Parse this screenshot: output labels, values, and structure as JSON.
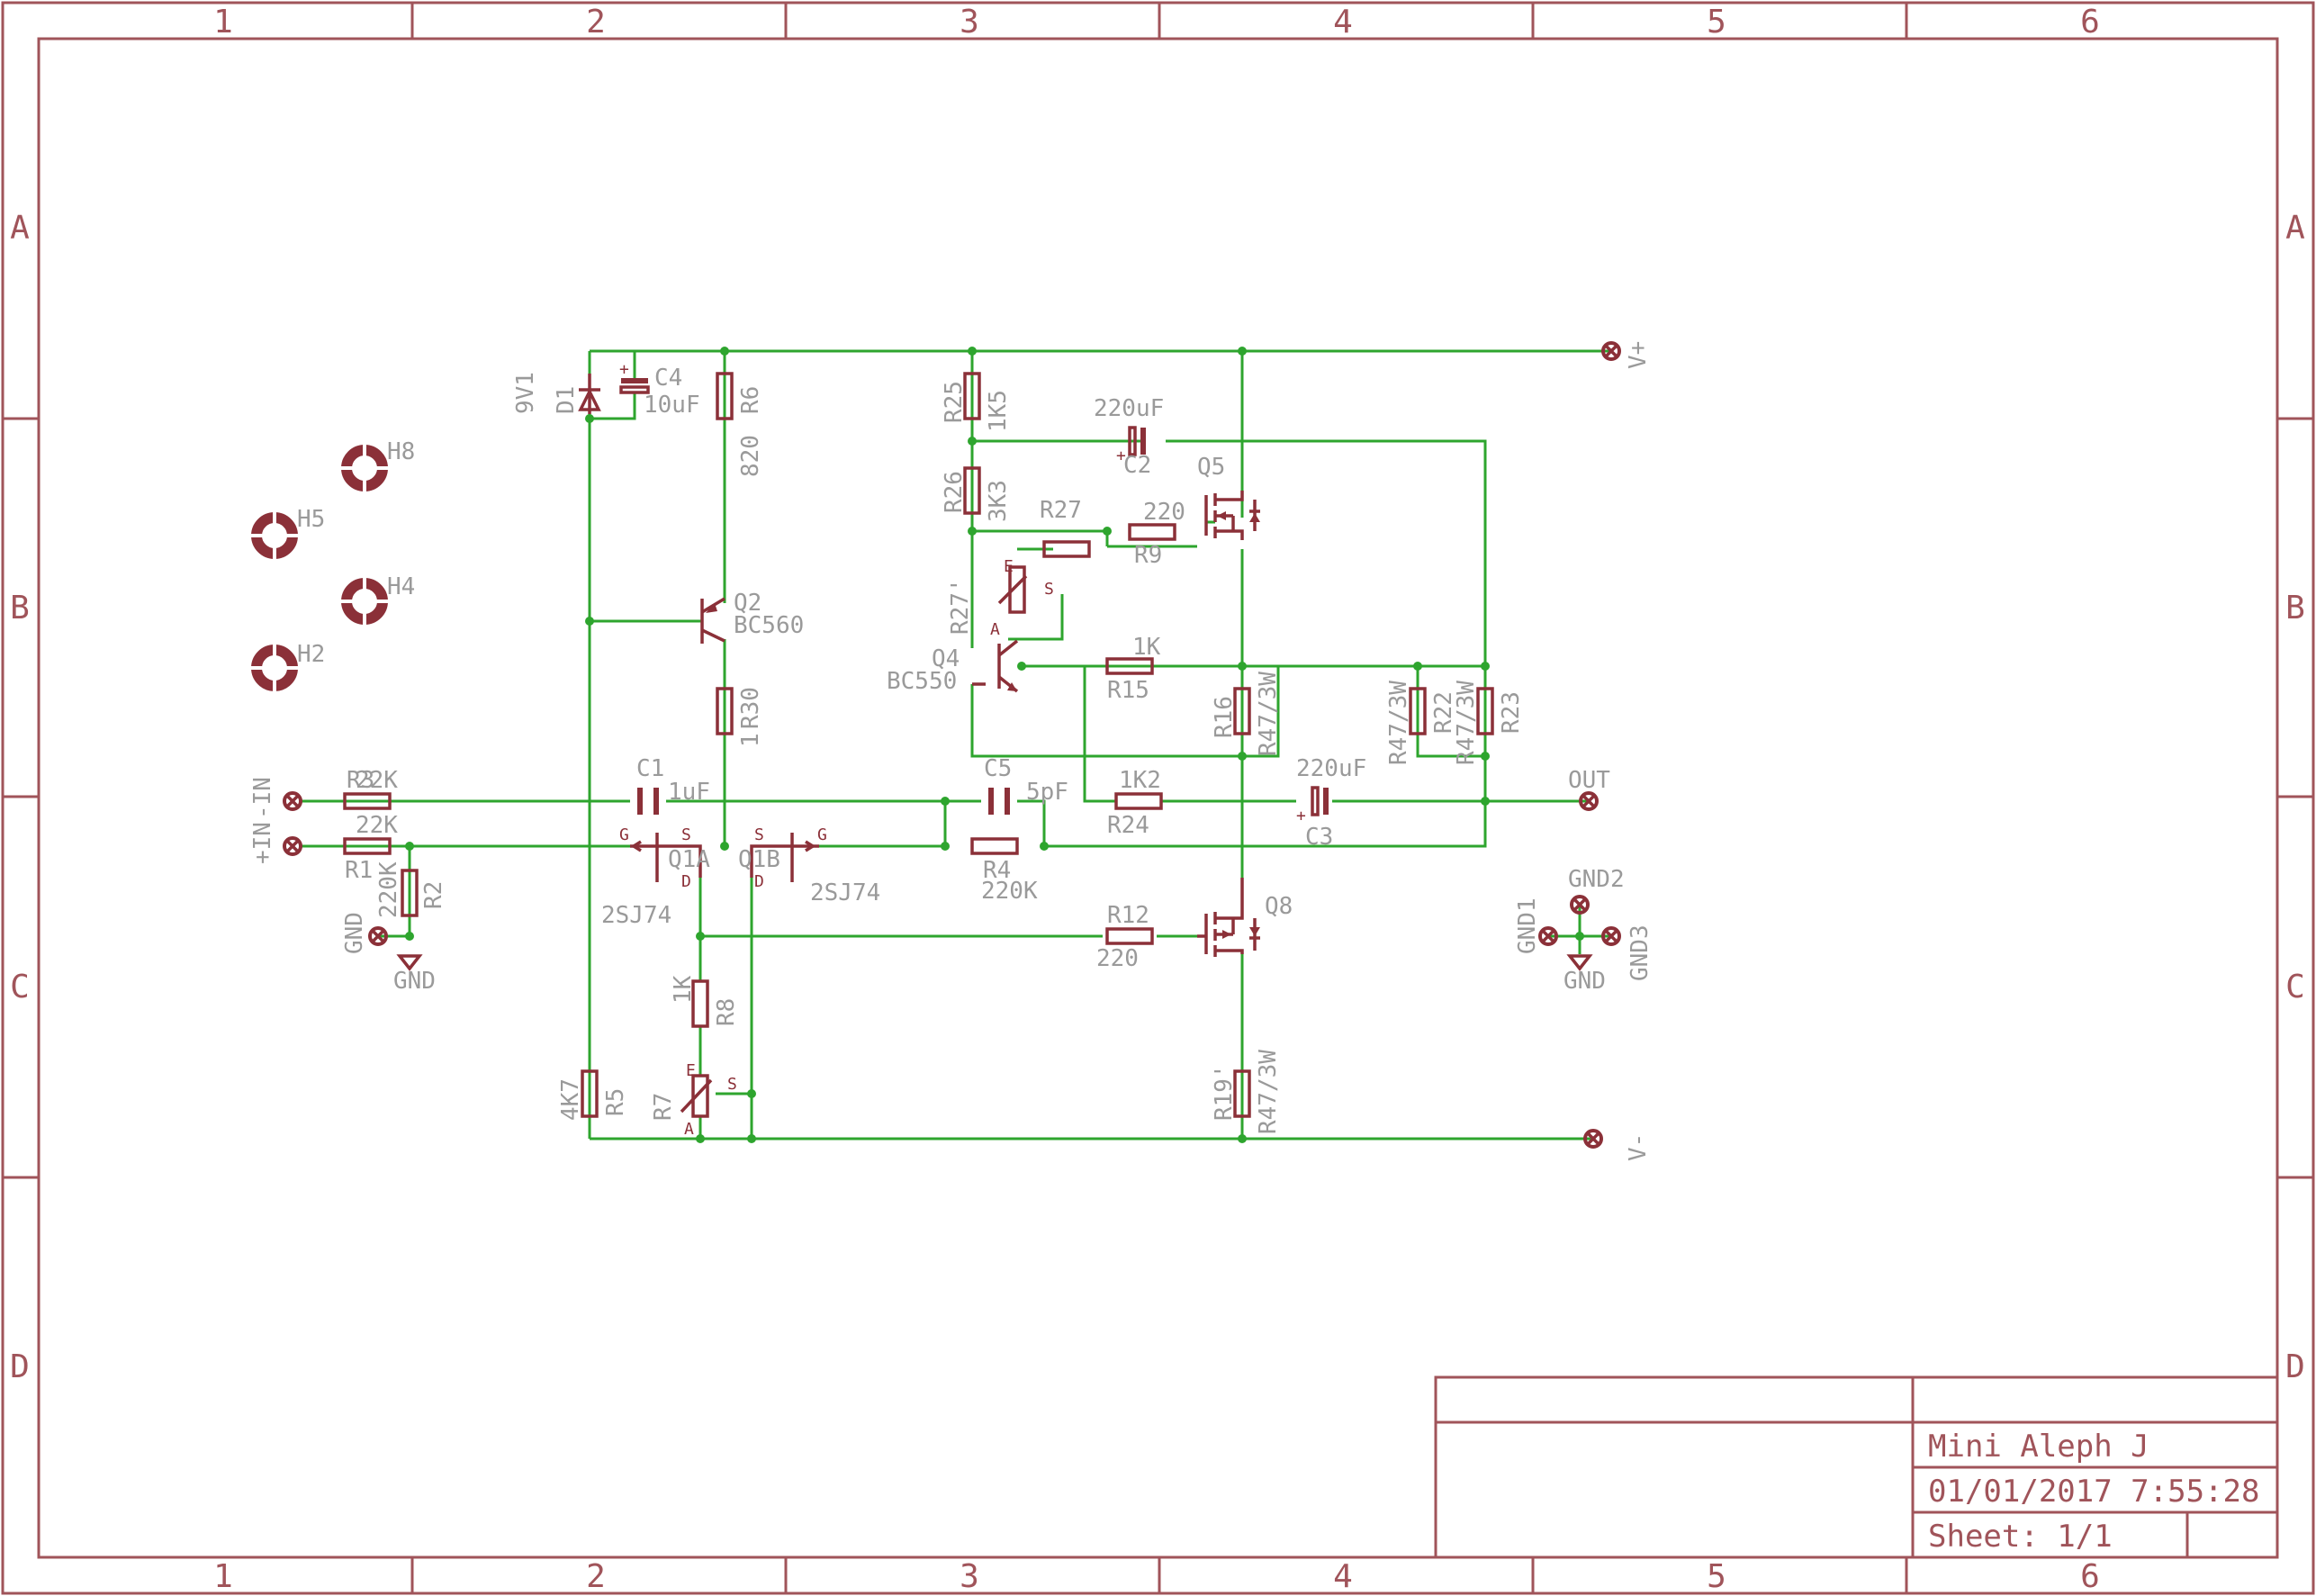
{
  "title_block": {
    "title": "Mini Aleph J",
    "date": "01/01/2017 7:55:28",
    "sheet": "Sheet: 1/1"
  },
  "grid": {
    "columns": [
      "1",
      "2",
      "3",
      "4",
      "5",
      "6"
    ],
    "rows": [
      "A",
      "B",
      "C",
      "D"
    ]
  },
  "connectors": {
    "vplus": "V+",
    "vminus": "V-",
    "in_minus": "-IN",
    "in_plus": "+IN",
    "out": "OUT",
    "gnd_in": "GND",
    "gnd1": "GND1",
    "gnd2": "GND2",
    "gnd3": "GND3"
  },
  "ground_labels": {
    "left": "GND",
    "right": "GND"
  },
  "holes": {
    "h8": "H8",
    "h5": "H5",
    "h4": "H4",
    "h2": "H2"
  },
  "components": {
    "d1": {
      "name": "D1",
      "value": "9V1"
    },
    "c4": {
      "name": "C4",
      "value": "10uF"
    },
    "r6": {
      "name": "R6",
      "value": "820"
    },
    "q2": {
      "name": "Q2",
      "value": "BC560"
    },
    "r30": {
      "name": "R30",
      "value": "1"
    },
    "r25": {
      "name": "R25",
      "value": "1K5"
    },
    "r26": {
      "name": "R26",
      "value": "3K3"
    },
    "c2": {
      "name": "C2",
      "value": "220uF"
    },
    "q5": {
      "name": "Q5"
    },
    "r27": {
      "name": "R27"
    },
    "r9": {
      "name": "R9",
      "value": "220"
    },
    "r27p": {
      "name": "R27'"
    },
    "q4": {
      "name": "Q4",
      "value": "BC550"
    },
    "r15": {
      "name": "R15",
      "value": "1K"
    },
    "r16": {
      "name": "R16",
      "value": "R47/3W"
    },
    "r22": {
      "name": "R22",
      "value": "R47/3W"
    },
    "r23": {
      "name": "R23",
      "value": "R47/3W"
    },
    "r3": {
      "name": "R3",
      "value": "22K"
    },
    "r1": {
      "name": "R1",
      "value": "22K"
    },
    "r2": {
      "name": "R2",
      "value": "220K"
    },
    "c1": {
      "name": "C1",
      "value": "1uF"
    },
    "c5": {
      "name": "C5",
      "value": "5pF"
    },
    "r4": {
      "name": "R4",
      "value": "220K"
    },
    "r24": {
      "name": "R24",
      "value": "1K2"
    },
    "c3": {
      "name": "C3",
      "value": "220uF"
    },
    "q1a": {
      "name": "Q1A",
      "value": "2SJ74"
    },
    "q1b": {
      "name": "Q1B",
      "value": "2SJ74"
    },
    "q8": {
      "name": "Q8"
    },
    "r12": {
      "name": "R12",
      "value": "220"
    },
    "r8": {
      "name": "R8",
      "value": "1K"
    },
    "r7": {
      "name": "R7"
    },
    "r5": {
      "name": "R5",
      "value": "4K7"
    },
    "r19p": {
      "name": "R19'",
      "value": "R47/3W"
    }
  },
  "pin_labels": {
    "gate": "G",
    "source": "S",
    "drain": "D",
    "pot_a": "A",
    "pot_e": "E",
    "pot_s": "S"
  }
}
